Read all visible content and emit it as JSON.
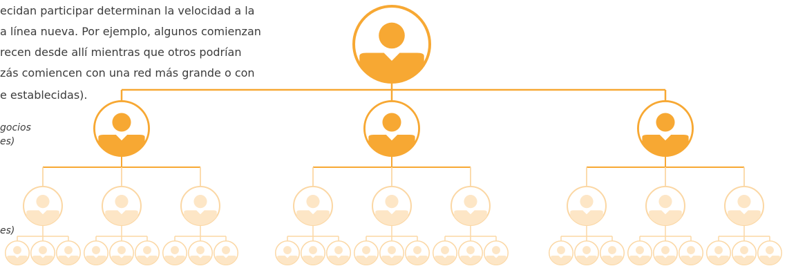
{
  "paragraph": {
    "lines": [
      "ecidan participar determinan la velocidad a la",
      "a línea nueva. Por ejemplo, algunos comienzan",
      "recen desde allí mientras que otros podrían",
      "zás comiencen con una red más grande o con",
      "e establecidas)."
    ]
  },
  "labels": {
    "level1_line1": "gocios",
    "level1_line2": "es)",
    "level2": "es)"
  },
  "colors": {
    "accent": "#F7A833",
    "faded_fill": "#FDE6C6",
    "faded_stroke": "#FBD7A4",
    "connector": "#F7A833",
    "faded_connector": "#FBD7A4"
  },
  "icon": "person-avatar-icon"
}
